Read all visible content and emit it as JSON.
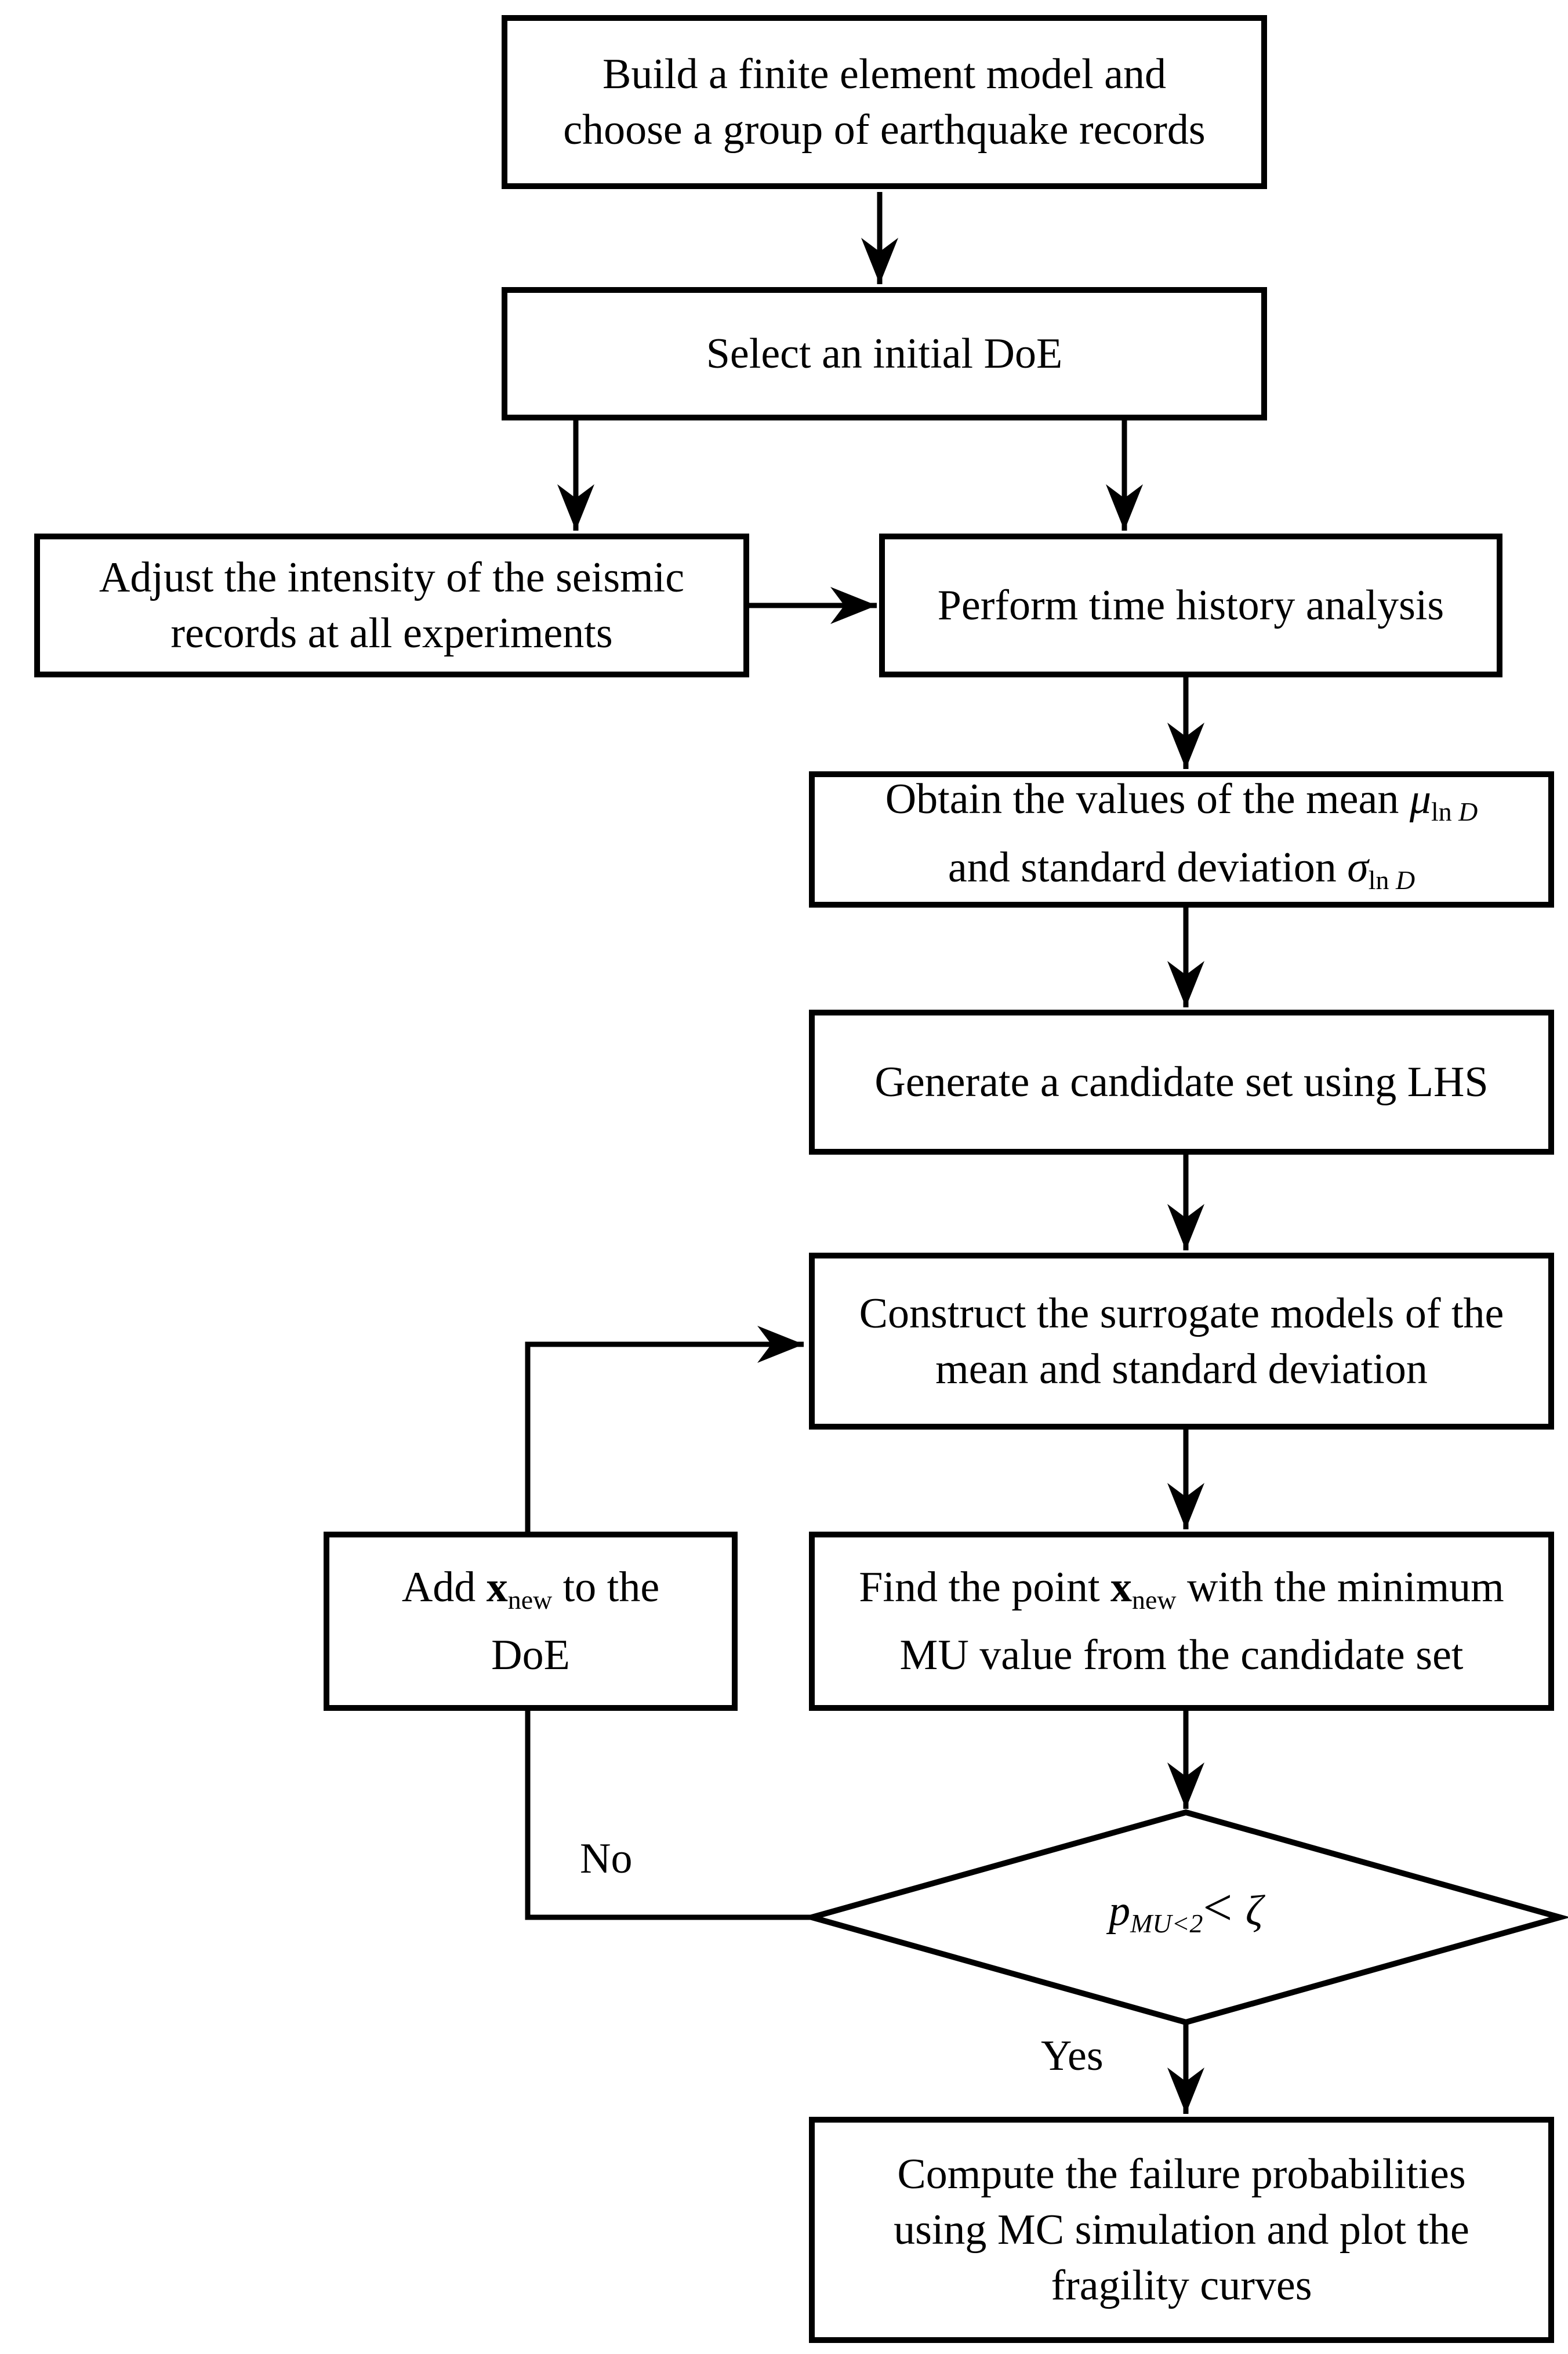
{
  "figure": {
    "background_color": "#ffffff",
    "line_color": "#000000",
    "type": "flowchart"
  },
  "nodes": {
    "build": {
      "lines": [
        [
          {
            "t": "Build a finite element model and"
          }
        ],
        [
          {
            "t": "choose a group of earthquake records"
          }
        ]
      ]
    },
    "select": {
      "lines": [
        [
          {
            "t": "Select an initial DoE"
          }
        ]
      ]
    },
    "adjust": {
      "lines": [
        [
          {
            "t": "Adjust the intensity of the seismic"
          }
        ],
        [
          {
            "t": "records at all experiments"
          }
        ]
      ]
    },
    "perform": {
      "lines": [
        [
          {
            "t": "Perform time history analysis"
          }
        ]
      ]
    },
    "obtain": {
      "lines": [
        [
          {
            "t": "Obtain the values of the mean "
          },
          {
            "t": "μ",
            "it": true
          },
          {
            "t": "ln ",
            "sub": true
          },
          {
            "t": "D",
            "sub": true,
            "it": true
          }
        ],
        [
          {
            "t": "and standard deviation "
          },
          {
            "t": "σ",
            "it": true
          },
          {
            "t": "ln ",
            "sub": true
          },
          {
            "t": "D",
            "sub": true,
            "it": true
          }
        ]
      ]
    },
    "generate": {
      "lines": [
        [
          {
            "t": "Generate a candidate set using LHS"
          }
        ]
      ]
    },
    "construct": {
      "lines": [
        [
          {
            "t": "Construct the surrogate models of the"
          }
        ],
        [
          {
            "t": "mean and standard deviation"
          }
        ]
      ]
    },
    "add": {
      "lines": [
        [
          {
            "t": "Add "
          },
          {
            "t": "x",
            "b": true
          },
          {
            "t": "new",
            "sub": true
          },
          {
            "t": " to the"
          }
        ],
        [
          {
            "t": "DoE"
          }
        ]
      ]
    },
    "find": {
      "lines": [
        [
          {
            "t": "Find the point "
          },
          {
            "t": "x",
            "b": true
          },
          {
            "t": "new",
            "sub": true
          },
          {
            "t": " with the minimum"
          }
        ],
        [
          {
            "t": "MU value from the candidate set"
          }
        ]
      ]
    },
    "decision": {
      "lines": [
        [
          {
            "t": "p",
            "it": true
          },
          {
            "t": "MU",
            "sub": true,
            "it": true
          },
          {
            "t": "<2",
            "sub": true,
            "it": true
          },
          {
            "t": "< ",
            "big": true
          },
          {
            "t": "ζ",
            "it": true
          }
        ]
      ]
    },
    "compute": {
      "lines": [
        [
          {
            "t": "Compute the failure probabilities"
          }
        ],
        [
          {
            "t": "using MC simulation and plot the"
          }
        ],
        [
          {
            "t": "fragility curves"
          }
        ]
      ]
    }
  },
  "edge_labels": {
    "no": "No",
    "yes": "Yes"
  }
}
